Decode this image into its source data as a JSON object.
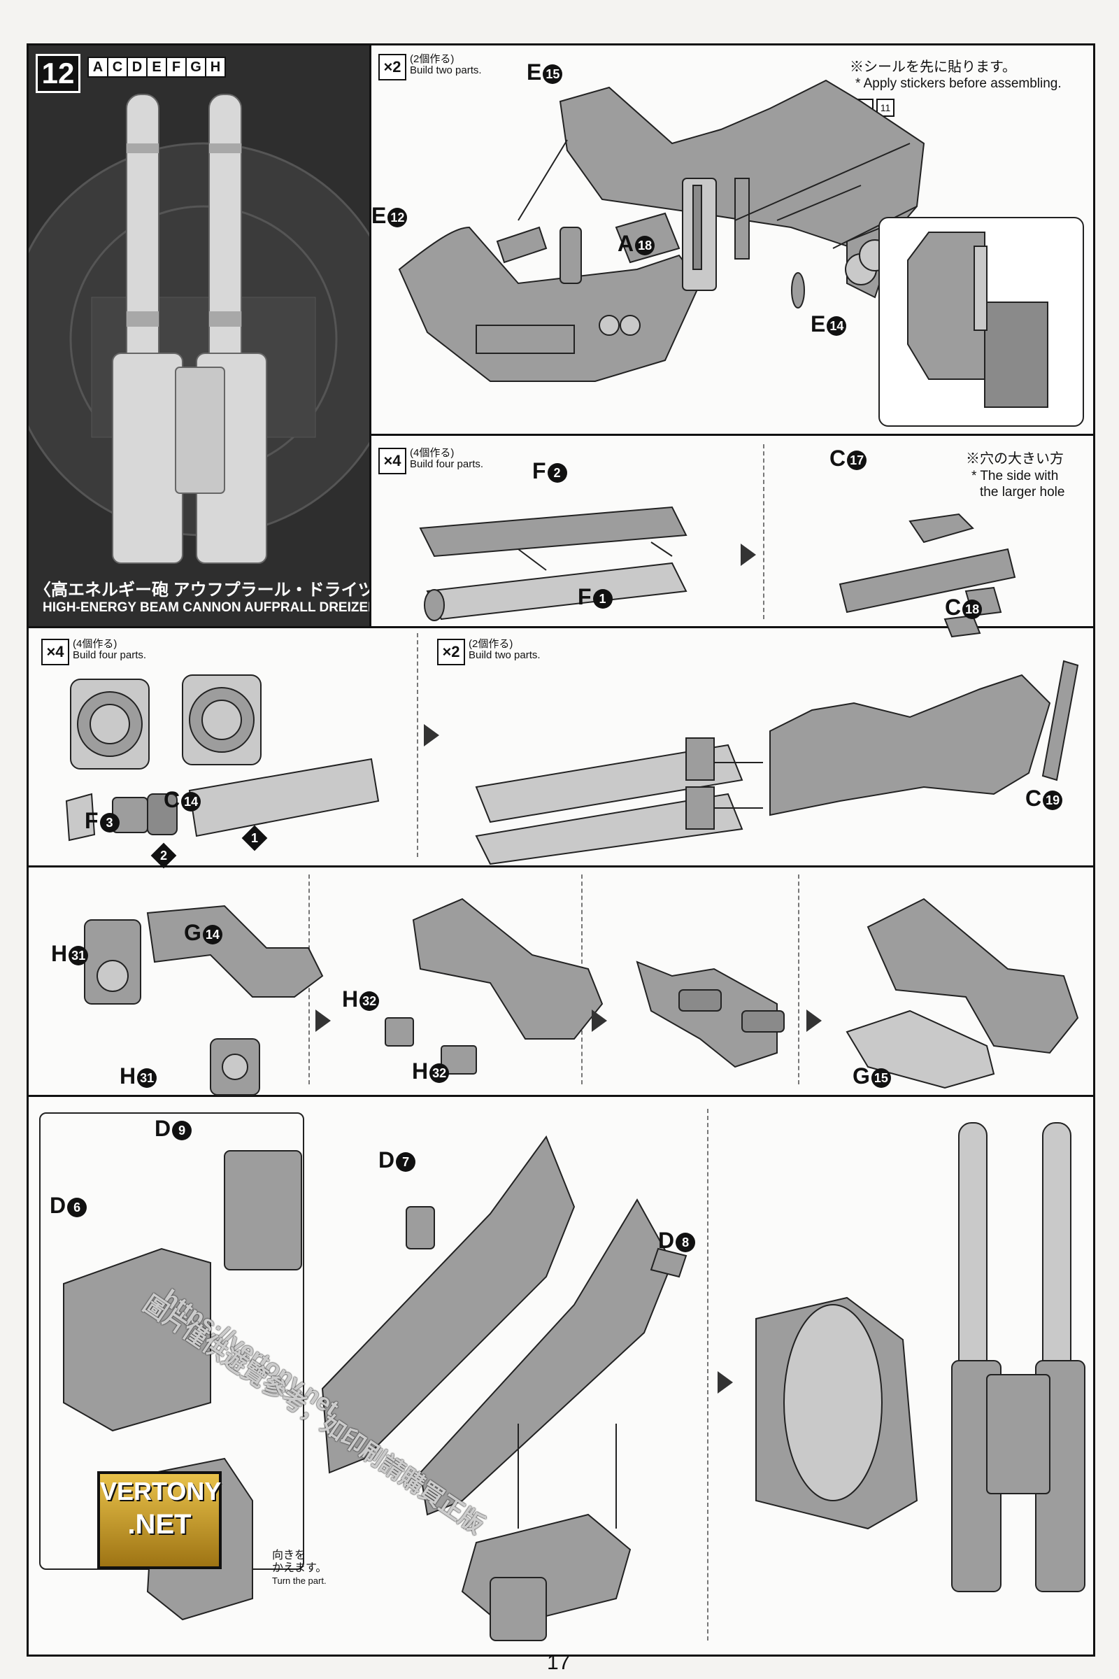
{
  "step": {
    "number": "12",
    "runners": [
      "A",
      "C",
      "D",
      "E",
      "F",
      "G",
      "H"
    ],
    "title_jp": "〈高エネルギー砲 アウフプラール・ドライツェーン〉",
    "title_en": "HIGH-ENERGY BEAM CANNON AUFPRALL DREIZEHN"
  },
  "panel1": {
    "multiplier": "×2",
    "multiplier_jp": "(2個作る)",
    "multiplier_en": "Build two parts.",
    "note_jp": "※シールを先に貼ります。",
    "note_en": "* Apply stickers before assembling.",
    "sticker_number": "11",
    "parts": [
      {
        "letter": "E",
        "num": "15"
      },
      {
        "letter": "E",
        "num": "12"
      },
      {
        "letter": "A",
        "num": "18"
      },
      {
        "letter": "E",
        "num": "14"
      }
    ]
  },
  "panel2": {
    "multiplier": "×4",
    "multiplier_jp": "(4個作る)",
    "multiplier_en": "Build four parts.",
    "note_jp": "※穴の大きい方",
    "note_en_1": "* The side with",
    "note_en_2": "the larger hole",
    "parts": [
      {
        "letter": "F",
        "num": "2"
      },
      {
        "letter": "F",
        "num": "1"
      },
      {
        "letter": "C",
        "num": "17"
      },
      {
        "letter": "C",
        "num": "18"
      }
    ]
  },
  "panel3": {
    "multiplier": "×4",
    "multiplier_jp": "(4個作る)",
    "multiplier_en": "Build four parts.",
    "order": [
      "1",
      "2"
    ],
    "parts": [
      {
        "letter": "F",
        "num": "3"
      },
      {
        "letter": "C",
        "num": "14"
      }
    ]
  },
  "panel4": {
    "multiplier": "×2",
    "multiplier_jp": "(2個作る)",
    "multiplier_en": "Build two parts.",
    "parts": [
      {
        "letter": "C",
        "num": "19"
      }
    ]
  },
  "panel5": {
    "parts": [
      {
        "letter": "H",
        "num": "31"
      },
      {
        "letter": "G",
        "num": "14"
      },
      {
        "letter": "H",
        "num": "31"
      },
      {
        "letter": "H",
        "num": "32"
      },
      {
        "letter": "H",
        "num": "32"
      },
      {
        "letter": "G",
        "num": "15"
      }
    ]
  },
  "panel6": {
    "parts": [
      {
        "letter": "D",
        "num": "9"
      },
      {
        "letter": "D",
        "num": "6"
      },
      {
        "letter": "D",
        "num": "7"
      },
      {
        "letter": "D",
        "num": "8"
      }
    ],
    "turn_jp_1": "向きを",
    "turn_jp_2": "かえます。",
    "turn_en": "Turn the part."
  },
  "watermark": {
    "url": "https://vertony.net",
    "cn": "圖片僅供遊覽參考，如印刷請購買正版",
    "logo_1": "VERTONY",
    "logo_2": ".NET"
  },
  "page_number": "17"
}
